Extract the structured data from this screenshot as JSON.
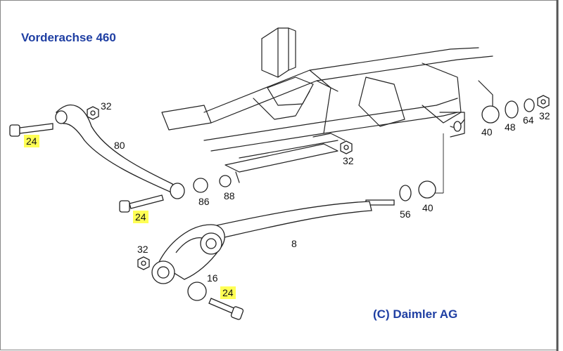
{
  "title": "Vorderachse 460",
  "copyright": "(C) Daimler AG",
  "labels": {
    "l32a": "32",
    "l24a": "24",
    "l80": "80",
    "l86": "86",
    "l88": "88",
    "l24b": "24",
    "l32b": "32",
    "l40a": "40",
    "l48": "48",
    "l64": "64",
    "l32c": "32",
    "l56": "56",
    "l40b": "40",
    "l8": "8",
    "l32d": "32",
    "l16": "16",
    "l24c": "24"
  },
  "colors": {
    "title": "#1f3fa3",
    "highlight": "#ffff55"
  }
}
